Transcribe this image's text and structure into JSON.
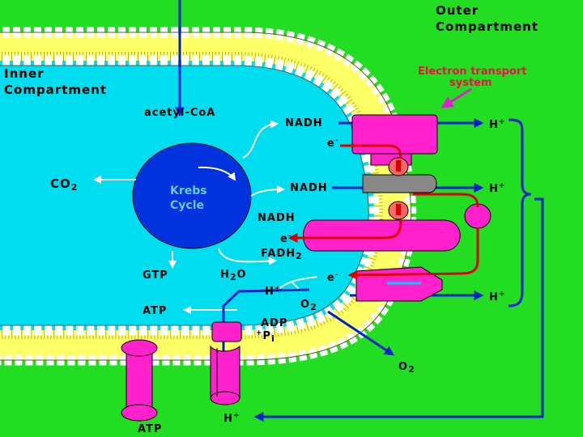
{
  "colors": {
    "background": "#22dd22",
    "inner_compartment": "#00ddee",
    "membrane": "#ffff55",
    "protein": "#ff22cc",
    "arrow": "#0022cc",
    "electron_path": "#ee0000",
    "krebs": "#0033dd"
  },
  "labels": {
    "outer_compartment_1": "Outer",
    "outer_compartment_2": "Compartment",
    "inner_compartment_1": "Inner",
    "inner_compartment_2": "Compartment",
    "ets_1": "Electron transport",
    "ets_2": "system",
    "acetyl_coa": "acetyl-CoA",
    "krebs_1": "Krebs",
    "krebs_2": "Cycle",
    "co2": "CO",
    "co2_sub": "2",
    "nadh_1": "NADH",
    "nadh_2": "NADH",
    "nadh_3": "NADH",
    "fadh": "FADH",
    "fadh_sub": "2",
    "gtp": "GTP",
    "atp_inner": "ATP",
    "atp_bottom": "ATP",
    "h2o_h": "H",
    "h2o_sub": "2",
    "h2o_o": "O",
    "adp": "ADP",
    "pi_plus": "+",
    "pi_p": "P",
    "pi_sub": "i",
    "o2_inner": "O",
    "o2_inner_sub": "2",
    "o2_outer": "O",
    "o2_outer_sub": "2",
    "h_plus": "H",
    "plus": "+",
    "e_minus": "e",
    "minus": "-"
  }
}
